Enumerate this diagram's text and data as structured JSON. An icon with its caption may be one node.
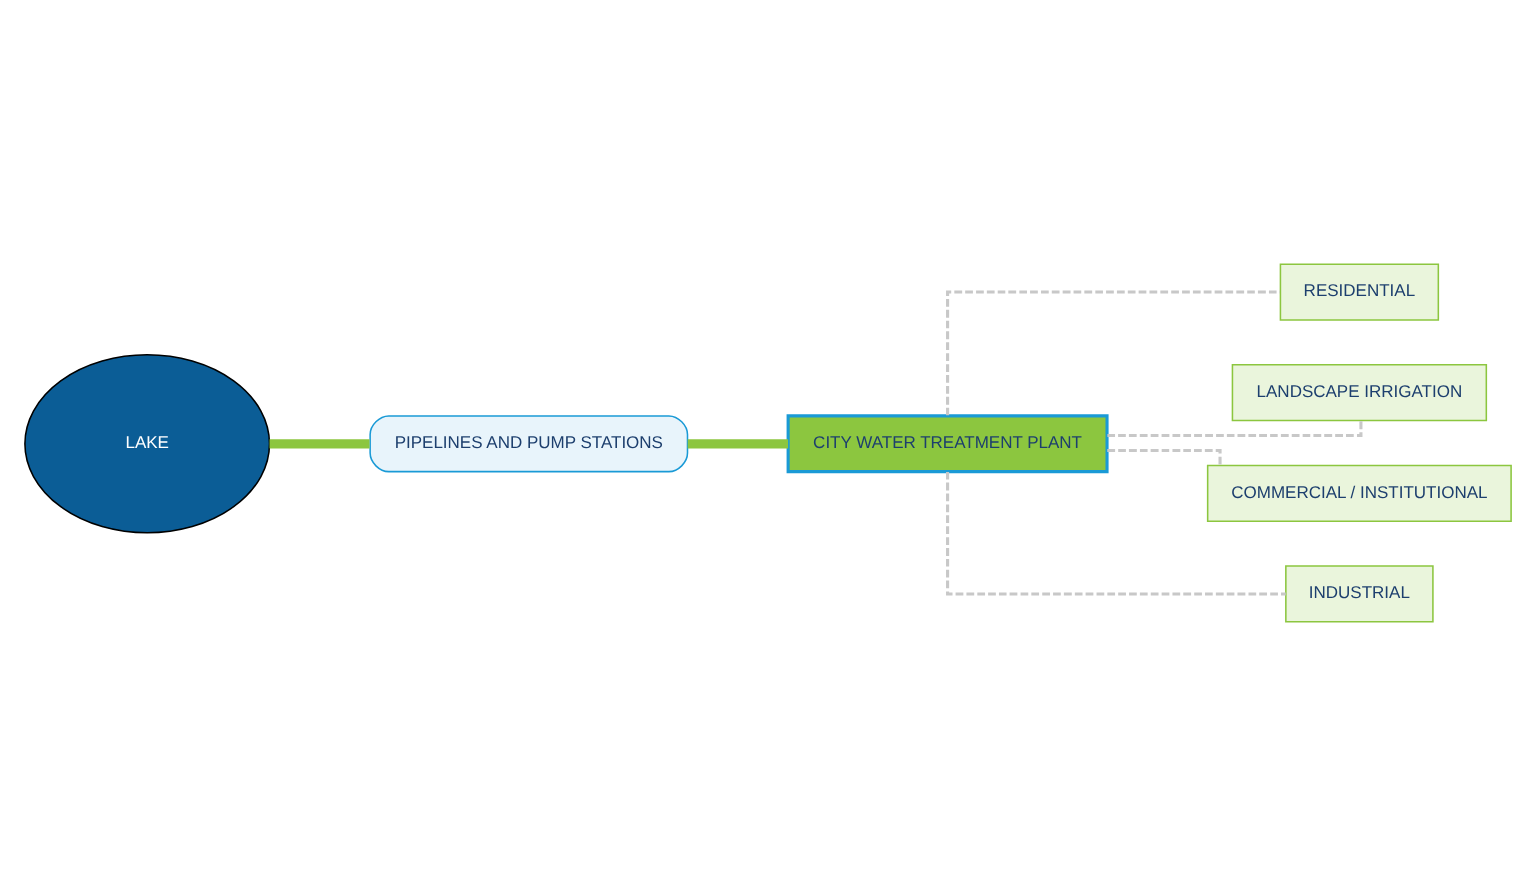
{
  "diagram": {
    "nodes": [
      {
        "text": [
          "LAKE"
        ]
      },
      {
        "text": [
          "PIPELINES AND PUMP STATIONS"
        ]
      },
      {
        "text": [
          "CITY WATER TREATMENT PLANT"
        ]
      },
      {
        "text": [
          "RESIDENTIAL"
        ]
      },
      {
        "text": [
          "LANDSCAPE IRRIGATION"
        ]
      },
      {
        "text": [
          "COMMERCIAL / INSTITUTIONAL"
        ]
      },
      {
        "text": [
          "INDUSTRIAL"
        ]
      }
    ],
    "edges": [
      {
        "from": 0,
        "to": 1,
        "arrow": "none",
        "style": "thick",
        "color": "#8cc63f"
      },
      {
        "from": 1,
        "to": 2,
        "arrow": "none",
        "style": "thick",
        "color": "#8cc63f"
      },
      {
        "from": 2,
        "to": 3,
        "arrow": "none",
        "style": "dashed"
      },
      {
        "from": 2,
        "to": 4,
        "arrow": "none",
        "style": "dashed"
      },
      {
        "from": 2,
        "to": 5,
        "arrow": "none",
        "style": "dashed"
      },
      {
        "from": 2,
        "to": 6,
        "arrow": "none",
        "style": "dashed"
      }
    ]
  }
}
